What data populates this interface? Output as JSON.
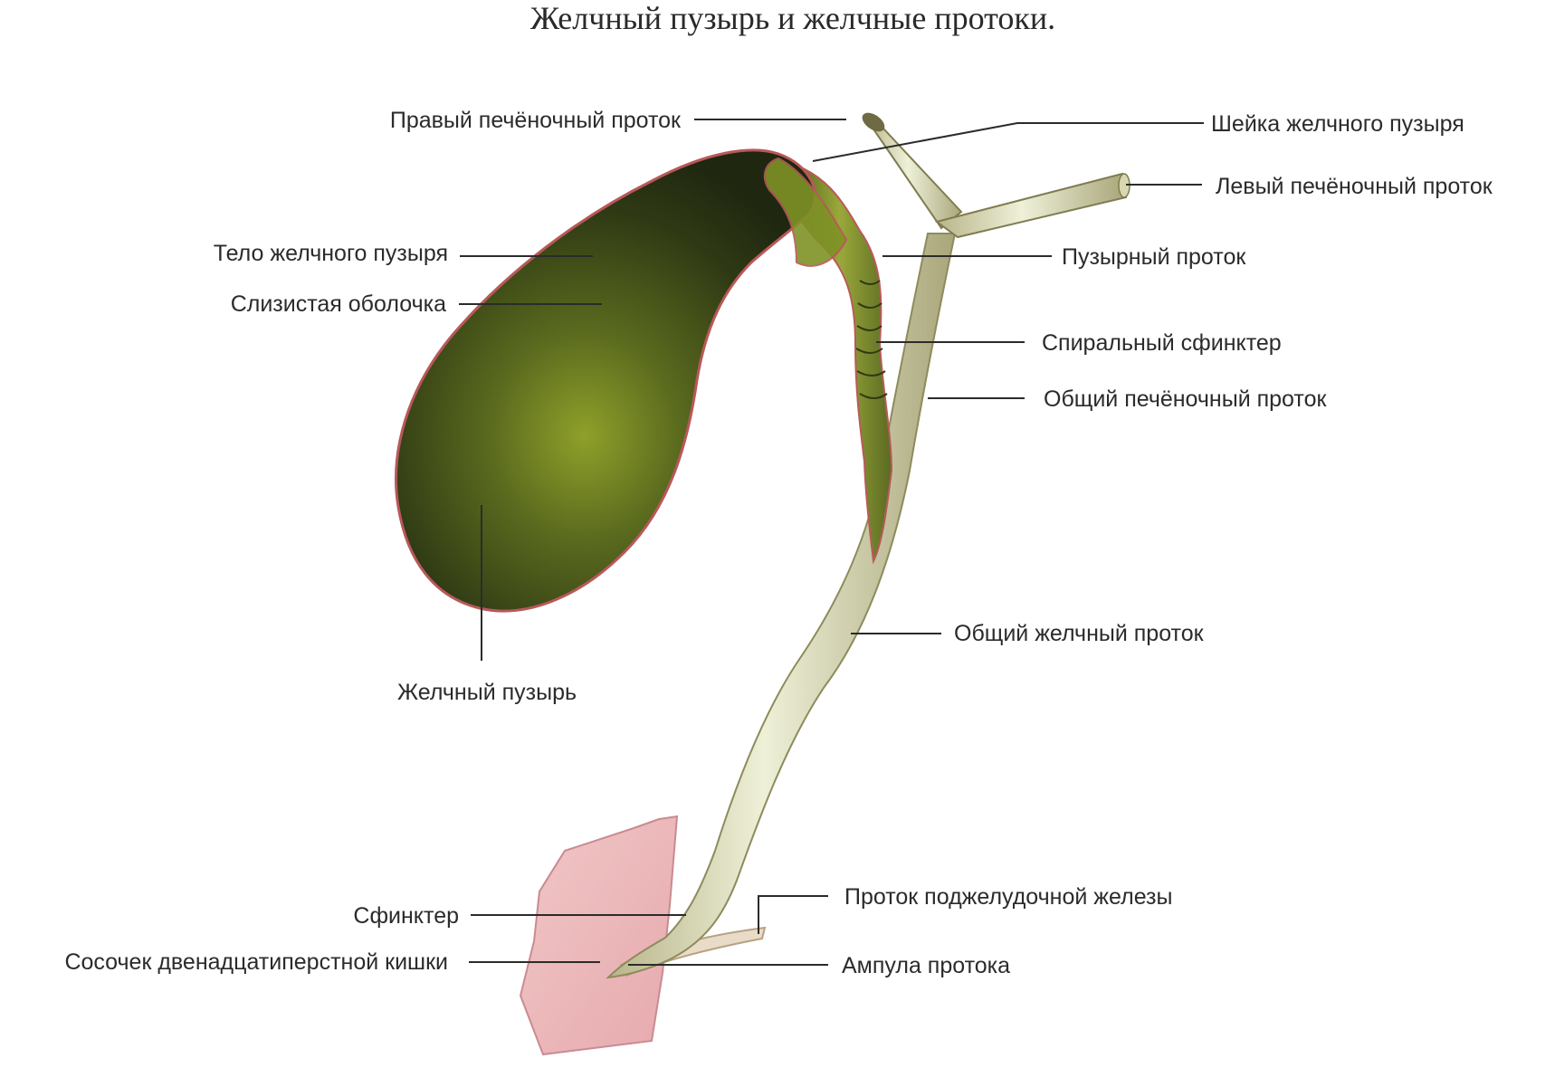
{
  "title": "Желчный пузырь и желчные протоки.",
  "labels": {
    "right_hepatic_duct": "Правый печёночный проток",
    "gallbladder_neck": "Шейка желчного пузыря",
    "left_hepatic_duct": "Левый печёночный проток",
    "gallbladder_body": "Тело желчного пузыря",
    "cystic_duct": "Пузырный проток",
    "mucosa": "Слизистая оболочка",
    "spiral_sphincter": "Спиральный сфинктер",
    "common_hepatic_duct": "Общий печёночный проток",
    "common_bile_duct": "Общий желчный проток",
    "gallbladder": "Желчный пузырь",
    "sphincter": "Сфинктер",
    "pancreatic_duct": "Проток поджелудочной железы",
    "duodenal_papilla": "Сосочек двенадцатиперстной кишки",
    "ampulla": "Ампула протока"
  }
}
